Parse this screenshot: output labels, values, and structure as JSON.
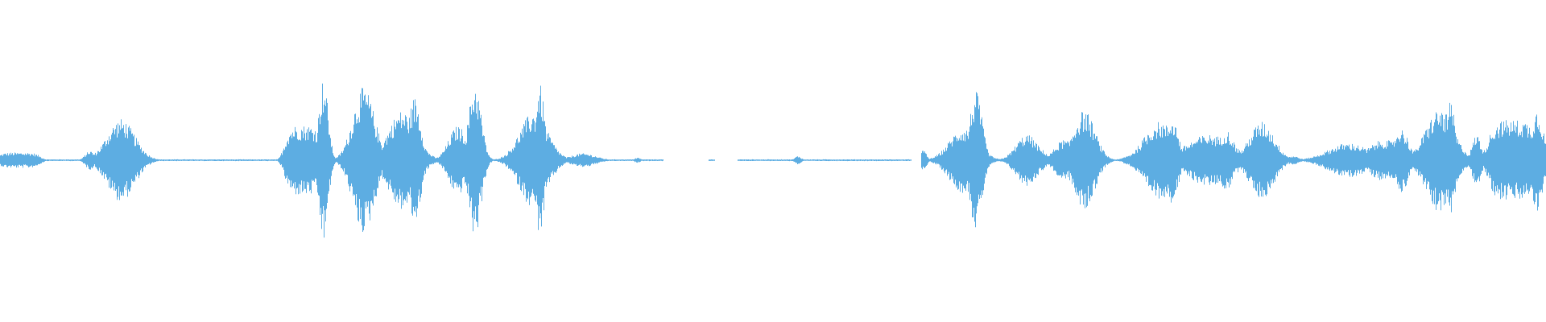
{
  "waveform": {
    "color": "#5dade2",
    "background": "#ffffff",
    "duration_norm": 1.0,
    "baseline_amplitude": 0.01,
    "gaps": [
      [
        0.429,
        0.458
      ],
      [
        0.462,
        0.477
      ],
      [
        0.5895,
        0.5955
      ]
    ],
    "bursts": [
      {
        "center": 0.012,
        "width": 0.015,
        "amp": 0.09,
        "shape": "flat"
      },
      {
        "center": 0.058,
        "width": 0.003,
        "amp": 0.11
      },
      {
        "center": 0.078,
        "width": 0.009,
        "amp": 0.48
      },
      {
        "center": 0.094,
        "width": 0.004,
        "amp": 0.05
      },
      {
        "center": 0.196,
        "width": 0.013,
        "amp": 0.41,
        "shape": "flat"
      },
      {
        "center": 0.209,
        "width": 0.003,
        "amp": 0.95
      },
      {
        "center": 0.235,
        "width": 0.007,
        "amp": 0.85
      },
      {
        "center": 0.249,
        "width": 0.004,
        "amp": 0.05
      },
      {
        "center": 0.26,
        "width": 0.009,
        "amp": 0.58
      },
      {
        "center": 0.268,
        "width": 0.004,
        "amp": 0.74
      },
      {
        "center": 0.296,
        "width": 0.006,
        "amp": 0.4
      },
      {
        "center": 0.307,
        "width": 0.004,
        "amp": 0.9
      },
      {
        "center": 0.332,
        "width": 0.004,
        "amp": 0.05
      },
      {
        "center": 0.345,
        "width": 0.009,
        "amp": 0.56
      },
      {
        "center": 0.349,
        "width": 0.003,
        "amp": 0.88
      },
      {
        "center": 0.377,
        "width": 0.008,
        "amp": 0.08
      },
      {
        "center": 0.412,
        "width": 0.002,
        "amp": 0.03
      },
      {
        "center": 0.516,
        "width": 0.002,
        "amp": 0.05
      },
      {
        "center": 0.597,
        "width": 0.002,
        "amp": 0.12
      },
      {
        "center": 0.623,
        "width": 0.009,
        "amp": 0.38
      },
      {
        "center": 0.631,
        "width": 0.004,
        "amp": 0.8
      },
      {
        "center": 0.664,
        "width": 0.007,
        "amp": 0.3
      },
      {
        "center": 0.674,
        "width": 0.003,
        "amp": 0.12
      },
      {
        "center": 0.688,
        "width": 0.006,
        "amp": 0.24
      },
      {
        "center": 0.701,
        "width": 0.007,
        "amp": 0.58
      },
      {
        "center": 0.729,
        "width": 0.003,
        "amp": 0.05
      },
      {
        "center": 0.75,
        "width": 0.01,
        "amp": 0.45
      },
      {
        "center": 0.758,
        "width": 0.004,
        "amp": 0.5
      },
      {
        "center": 0.782,
        "width": 0.015,
        "amp": 0.3
      },
      {
        "center": 0.793,
        "width": 0.005,
        "amp": 0.35
      },
      {
        "center": 0.816,
        "width": 0.008,
        "amp": 0.45
      },
      {
        "center": 0.836,
        "width": 0.004,
        "amp": 0.05
      },
      {
        "center": 0.872,
        "width": 0.013,
        "amp": 0.2
      },
      {
        "center": 0.895,
        "width": 0.01,
        "amp": 0.24
      },
      {
        "center": 0.906,
        "width": 0.005,
        "amp": 0.37
      },
      {
        "center": 0.921,
        "width": 0.004,
        "amp": 0.08
      },
      {
        "center": 0.931,
        "width": 0.009,
        "amp": 0.6
      },
      {
        "center": 0.938,
        "width": 0.003,
        "amp": 0.68
      },
      {
        "center": 0.955,
        "width": 0.003,
        "amp": 0.3
      },
      {
        "center": 0.978,
        "width": 0.017,
        "amp": 0.47,
        "shape": "flat"
      },
      {
        "center": 0.994,
        "width": 0.004,
        "amp": 0.6
      }
    ]
  }
}
